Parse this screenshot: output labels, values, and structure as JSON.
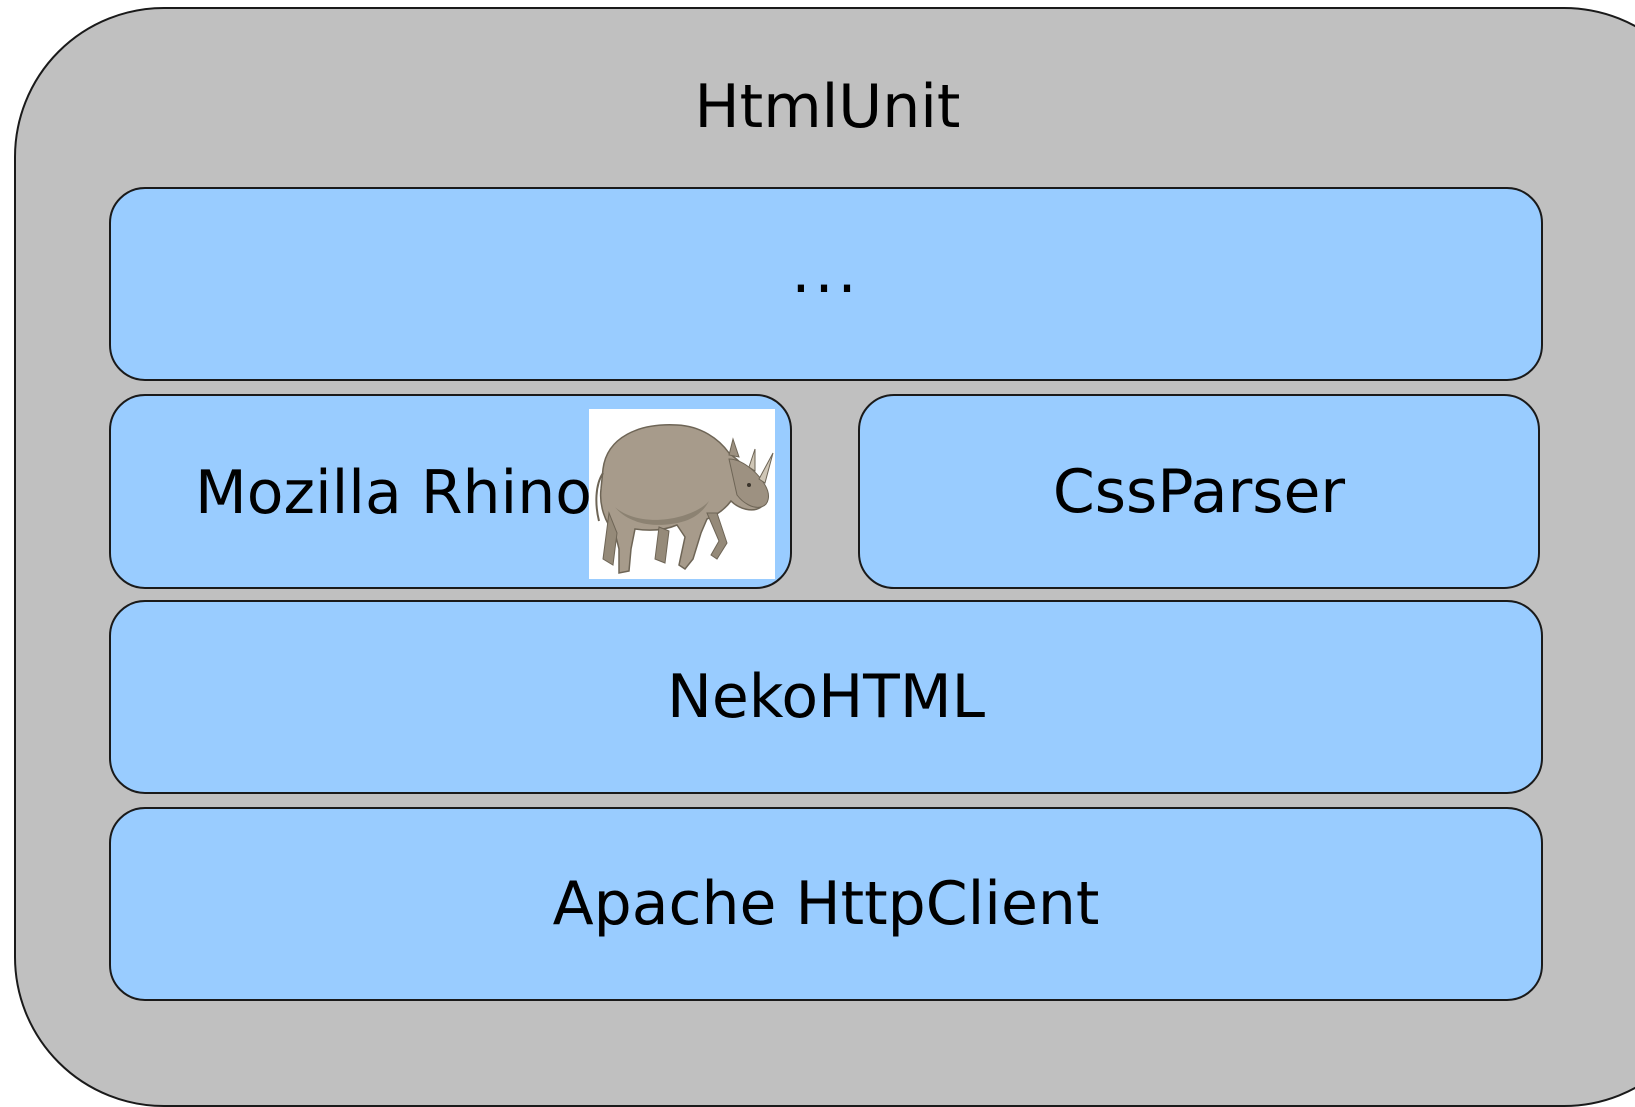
{
  "diagram": {
    "title": "HtmlUnit",
    "layers": {
      "top": "...",
      "rhino": "Mozilla Rhino",
      "css": "CssParser",
      "neko": "NekoHTML",
      "http": "Apache HttpClient"
    },
    "icons": {
      "rhino_picture": "rhino-image"
    },
    "colors": {
      "container": "#c0c0c0",
      "layer": "#99ccff",
      "border": "#1a1a1a"
    }
  }
}
